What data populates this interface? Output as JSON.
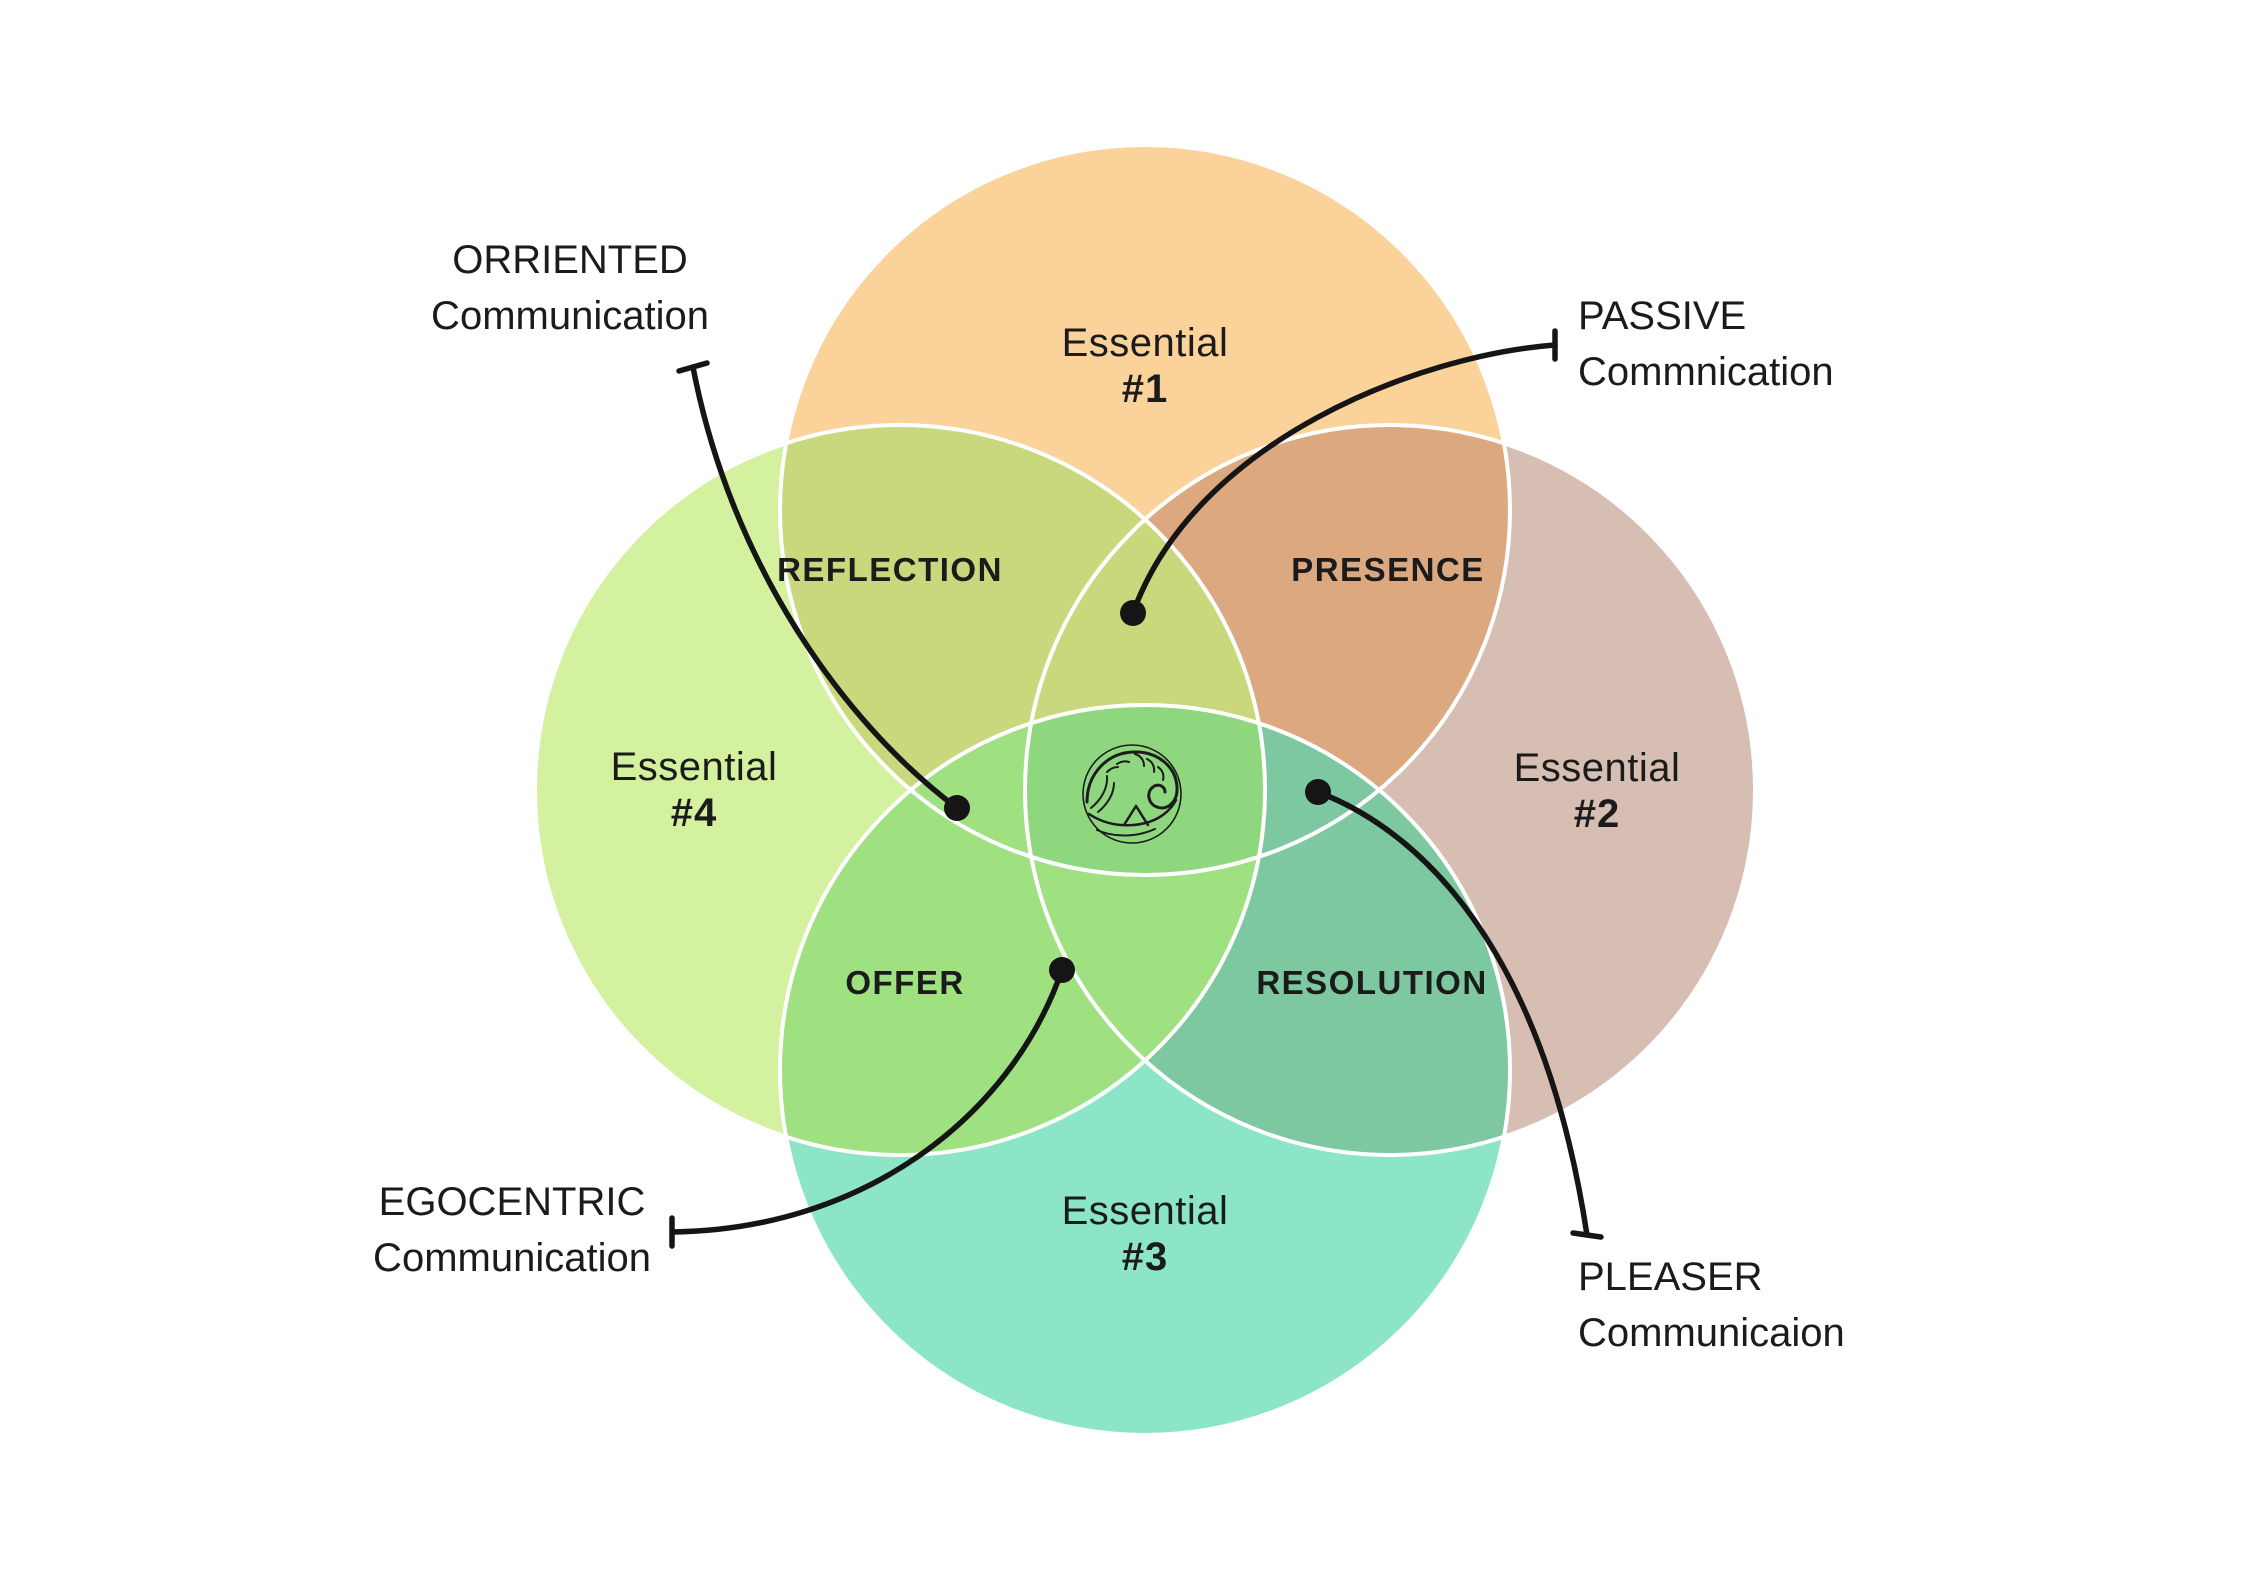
{
  "diagram_title": "Four-circle communication venn diagram",
  "circles": [
    {
      "id": "essential-1",
      "label": "Essential",
      "number": "#1",
      "color": "#FAD29A"
    },
    {
      "id": "essential-2",
      "label": "Essential",
      "number": "#2",
      "color": "#D6BEB2"
    },
    {
      "id": "essential-3",
      "label": "Essential",
      "number": "#3",
      "color": "#8DE5C8"
    },
    {
      "id": "essential-4",
      "label": "Essential",
      "number": "#4",
      "color": "#D3F19F"
    }
  ],
  "overlaps": {
    "reflection": {
      "label": "REFLECTION",
      "color": "#C9D87C"
    },
    "presence": {
      "label": "PRESENCE",
      "color": "#DBA880"
    },
    "offer": {
      "label": "OFFER",
      "color": "#9FE081"
    },
    "resolution": {
      "label": "RESOLUTION",
      "color": "#7EC8A1"
    },
    "center_color": "#8FD77E"
  },
  "callouts": {
    "orriented": {
      "line1": "ORRIENTED",
      "line2": "Communication"
    },
    "passive": {
      "line1": "PASSIVE",
      "line2": "Commnication"
    },
    "egocentric": {
      "line1": "EGOCENTRIC",
      "line2": "Communication"
    },
    "pleaser": {
      "line1": "PLEASER",
      "line2": "Communicaion"
    }
  },
  "center_icon": "great-wave-icon",
  "colors": {
    "background": "#FFFFFF",
    "circle_outline": "#FFFFFF",
    "leader_line": "#151515",
    "wave_icon": "#1C1C1C",
    "text": "#1B1B1B"
  }
}
